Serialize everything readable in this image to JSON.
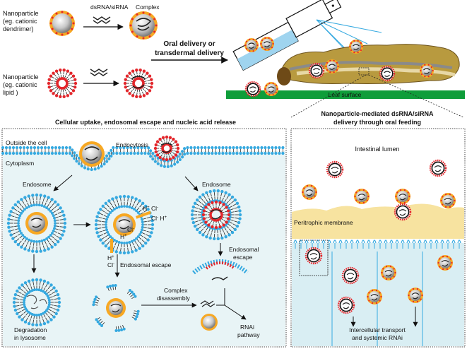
{
  "top": {
    "np1_label_lines": [
      "Nanoparticle",
      "(eg. cationic",
      "dendrimer)"
    ],
    "np2_label_lines": [
      "Nanoparticle",
      "(eg. cationic",
      "lipid )"
    ],
    "dsrna_label": "dsRNA/siRNA",
    "complex_label": "Complex",
    "delivery_lines": [
      "Oral delivery or",
      "transdermal delivery"
    ],
    "leaf_label": "Leaf surface"
  },
  "left_panel": {
    "title": "Cellular uptake, endosomal escape and nucleic acid release",
    "outside_label": "Outside the cell",
    "endocytosis_label": "Endocytosis",
    "cytoplasm_label": "Cytoplasm",
    "endosome_left_label": "Endosome",
    "endosome_right_label": "Endosome",
    "ion_h": "H",
    "ion_cl": "Cl",
    "plus": "+",
    "minus": "-",
    "escape_mid_label": "Endosomal escape",
    "escape_right_lines": [
      "Endosomal",
      "escape"
    ],
    "degradation_lines": [
      "Degradation",
      "in lysosome"
    ],
    "disassembly_lines": [
      "Complex",
      "disassembly"
    ],
    "rnai_lines": [
      "RNAi",
      "pathway"
    ]
  },
  "right_panel": {
    "title_lines": [
      "Nanoparticle-mediated dsRNA/siRNA",
      "delivery through oral feeding"
    ],
    "lumen_label": "Intestinal lumen",
    "peritrophic_label": "Peritrophic membrane",
    "transport_lines": [
      "Intercellular transport",
      "and systemic RNAi"
    ]
  },
  "colors": {
    "particle_orange": "#f7a823",
    "lipid_blue": "#35a9e0",
    "leaf_green": "#0f9d3a",
    "membrane_yellow": "#f7e3a0",
    "cell_fill": "#d9eef3",
    "cytoplasm_fill": "#e8f4f6"
  }
}
